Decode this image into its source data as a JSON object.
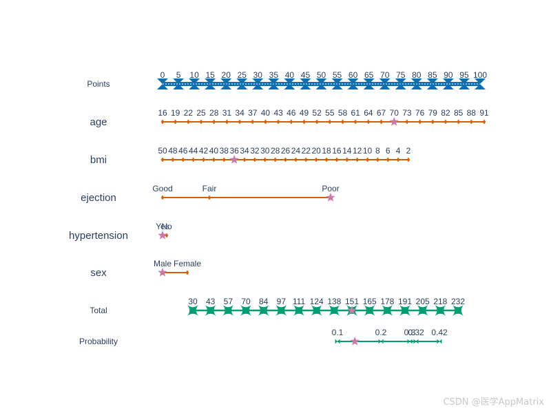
{
  "chart_data": {
    "type": "nomogram",
    "colors": {
      "points": "#0b6fb4",
      "predictor": "#d55e00",
      "total": "#019e73",
      "highlight": "#cc79a7",
      "text": "#2a3f5f"
    },
    "rows": [
      {
        "label": "Points",
        "kind": "points",
        "values": [
          0,
          5,
          10,
          15,
          20,
          25,
          30,
          35,
          40,
          45,
          50,
          55,
          60,
          65,
          70,
          75,
          80,
          85,
          90,
          95,
          100
        ],
        "ticks": [
          "0",
          "5",
          "10",
          "15",
          "20",
          "25",
          "30",
          "35",
          "40",
          "45",
          "50",
          "55",
          "60",
          "65",
          "70",
          "75",
          "80",
          "85",
          "90",
          "95",
          "100"
        ]
      },
      {
        "label": "age",
        "kind": "predictor",
        "values": [
          16,
          19,
          22,
          25,
          28,
          31,
          34,
          37,
          40,
          43,
          46,
          49,
          52,
          55,
          58,
          61,
          64,
          67,
          70,
          73,
          76,
          79,
          82,
          85,
          88,
          91
        ],
        "ticks": [
          "16",
          "19",
          "22",
          "25",
          "28",
          "31",
          "34",
          "37",
          "40",
          "43",
          "46",
          "49",
          "52",
          "55",
          "58",
          "61",
          "64",
          "67",
          "70",
          "73",
          "76",
          "79",
          "82",
          "85",
          "88",
          "91"
        ],
        "highlight_value": 70
      },
      {
        "label": "bmi",
        "kind": "predictor",
        "values": [
          50,
          48,
          46,
          44,
          42,
          40,
          38,
          36,
          34,
          32,
          30,
          28,
          26,
          24,
          22,
          20,
          18,
          16,
          14,
          12,
          10,
          8,
          6,
          4,
          2
        ],
        "ticks": [
          "50",
          "48",
          "46",
          "44",
          "42",
          "40",
          "38",
          "36",
          "34",
          "32",
          "30",
          "28",
          "26",
          "24",
          "22",
          "20",
          "18",
          "16",
          "14",
          "12",
          "10",
          "8",
          "6",
          "4",
          "2"
        ],
        "highlight_value": 36
      },
      {
        "label": "ejection",
        "kind": "predictor",
        "values": [
          "Good",
          "Fair",
          "Poor"
        ],
        "ticks": [
          "Good",
          "Fair",
          "Poor"
        ],
        "highlight_value": "Poor"
      },
      {
        "label": "hypertension",
        "kind": "predictor",
        "values": [
          "Yes",
          "No"
        ],
        "ticks": [
          "Yes",
          "No"
        ],
        "highlight_value": "Yes"
      },
      {
        "label": "sex",
        "kind": "predictor",
        "values": [
          "Male",
          "Female"
        ],
        "ticks": [
          "Male",
          "Female"
        ],
        "highlight_value": "Male"
      },
      {
        "label": "Total",
        "kind": "total",
        "values": [
          30,
          43,
          57,
          70,
          84,
          97,
          111,
          124,
          138,
          151,
          165,
          178,
          191,
          205,
          218,
          232
        ],
        "ticks": [
          "30",
          "43",
          "57",
          "70",
          "84",
          "97",
          "111",
          "124",
          "138",
          "151",
          "165",
          "178",
          "191",
          "205",
          "218",
          "232"
        ],
        "highlight_value": 151
      },
      {
        "label": "Probability",
        "kind": "probability",
        "values": [
          0.1,
          0.2,
          0.3,
          0.32,
          0.42
        ],
        "ticks": [
          "0.1",
          "0.2",
          "0.3",
          "0.32",
          "0.42"
        ],
        "highlight_value": 0.14
      }
    ]
  },
  "watermark": "CSDN @医学AppMatrix"
}
